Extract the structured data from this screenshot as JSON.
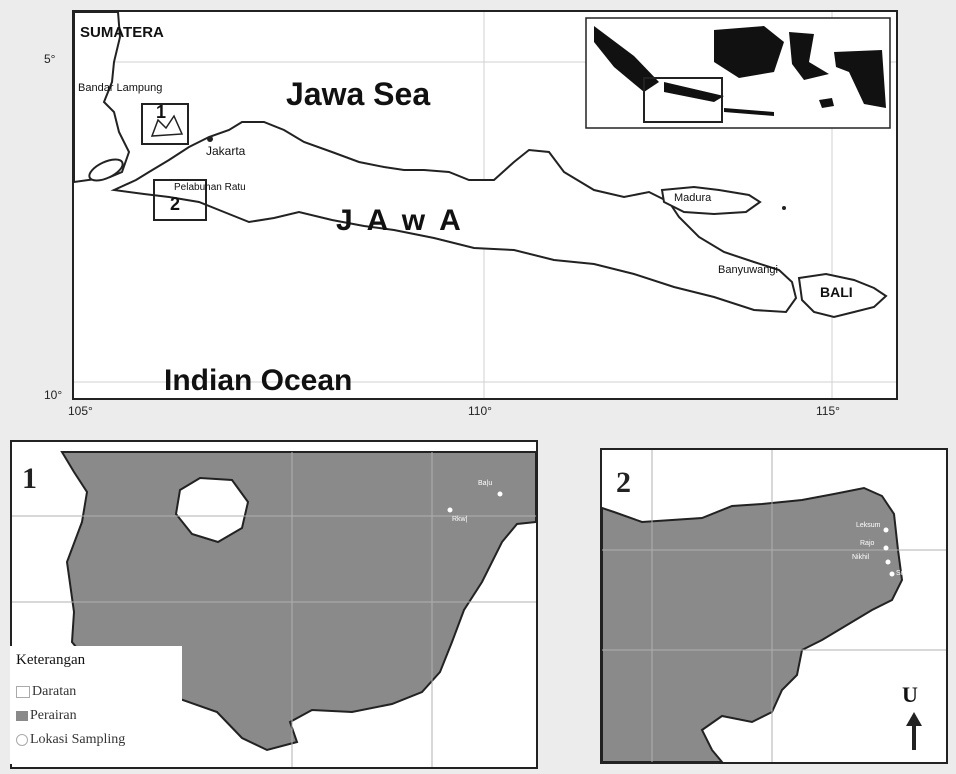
{
  "main_map": {
    "labels": {
      "sumatera": "SUMATERA",
      "bandar_lampung": "Bandar Lampung",
      "jawa_sea": "Jawa Sea",
      "jakarta": "Jakarta",
      "pelabuhan_ratu": "Pelabuhan Ratu",
      "jawa": "JAwA",
      "madura": "Madura",
      "banyuwangi": "Banyuwangi",
      "bali": "BALI",
      "indian_ocean": "Indian Ocean"
    },
    "lat_ticks": [
      "5°",
      "10°"
    ],
    "lon_ticks": [
      "105°",
      "110°",
      "115°"
    ],
    "site_boxes": [
      "1",
      "2"
    ]
  },
  "inset_1": {
    "number": "1",
    "sampling_labels": [
      "Ba|u",
      "Rkw|"
    ]
  },
  "inset_2": {
    "number": "2",
    "sampling_labels": [
      "Leksum",
      "Rajo",
      "Nikhil",
      "Sur"
    ],
    "north_label": "U"
  },
  "legend": {
    "title": "Keterangan",
    "items": [
      {
        "label": "Daratan",
        "color": "#ffffff"
      },
      {
        "label": "Perairan",
        "color": "#8a8a8a"
      },
      {
        "label": "Lokasi Sampling",
        "color": "#ffffff"
      }
    ]
  },
  "colors": {
    "land": "#ffffff",
    "water_main": "#ffffff",
    "water_inset": "#8a8a8a",
    "outline": "#222222"
  }
}
